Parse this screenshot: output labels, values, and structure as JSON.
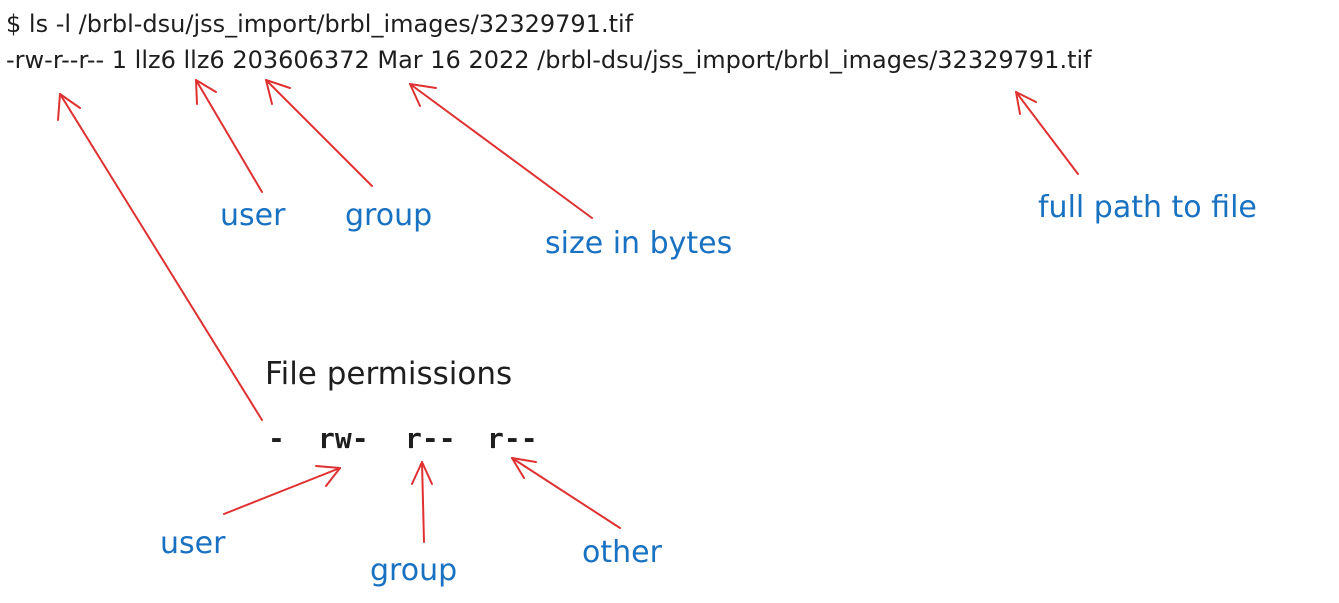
{
  "terminal": {
    "command": "$ ls -l /brbl-dsu/jss_import/brbl_images/32329791.tif",
    "output": "-rw-r--r-- 1 llz6  llz6  203606372 Mar 16   2022 /brbl-dsu/jss_import/brbl_images/32329791.tif"
  },
  "top_labels": {
    "user": "user",
    "group": "group",
    "size": "size in bytes",
    "path": "full path to file"
  },
  "permissions": {
    "title": "File permissions",
    "type": "-",
    "user_bits": "rw-",
    "group_bits": "r--",
    "other_bits": "r--",
    "user_label": "user",
    "group_label": "group",
    "other_label": "other"
  },
  "colors": {
    "arrow": "#e03131",
    "label": "#1971c2",
    "text": "#1e1e1e"
  }
}
